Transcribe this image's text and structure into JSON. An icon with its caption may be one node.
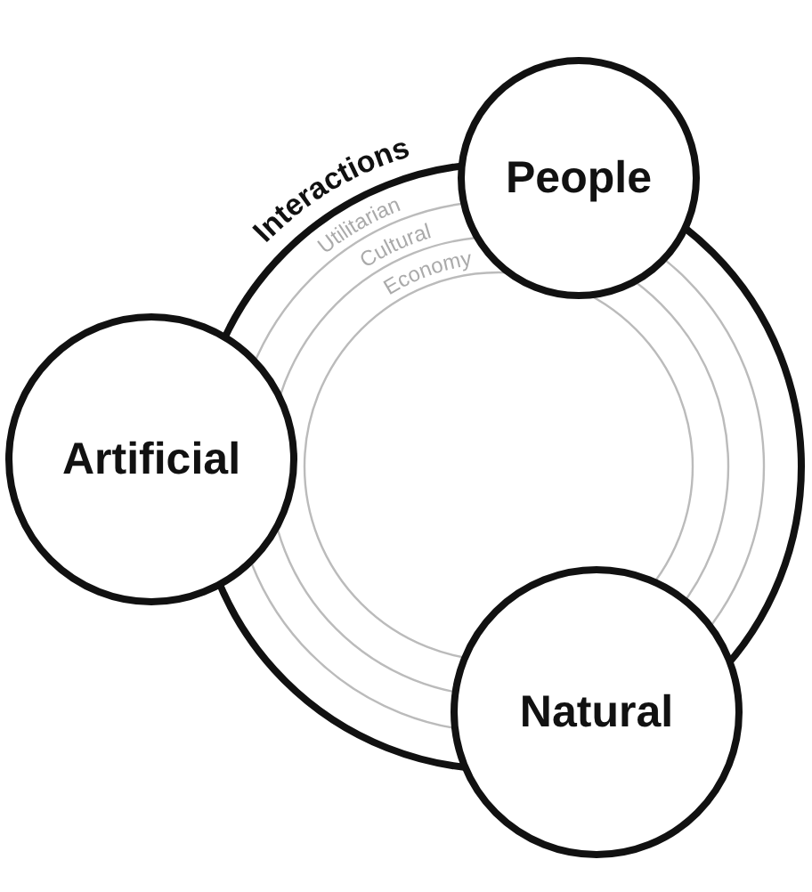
{
  "diagram": {
    "nodes": [
      {
        "text": [
          "Interactions"
        ]
      },
      {
        "text": [
          "People"
        ]
      },
      {
        "text": [
          "Artificial"
        ]
      },
      {
        "text": [
          "Natural"
        ]
      }
    ],
    "labels": [
      "Utilitarian",
      "Cultural",
      "Economy"
    ]
  }
}
